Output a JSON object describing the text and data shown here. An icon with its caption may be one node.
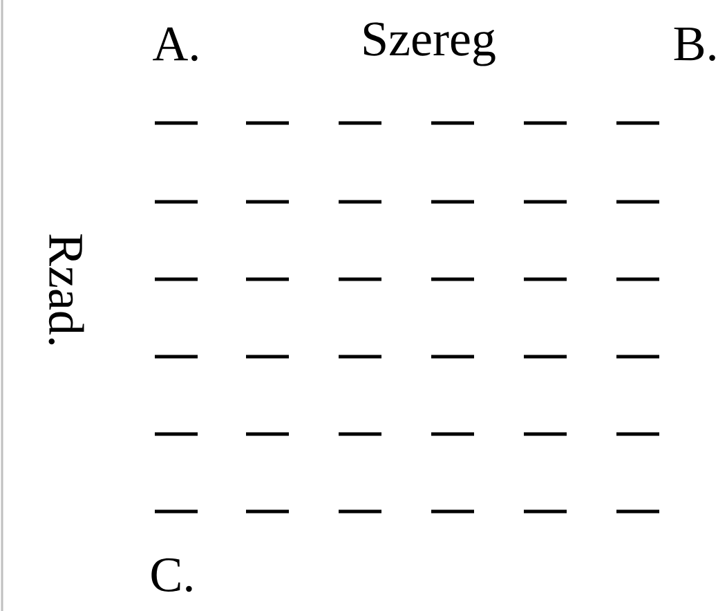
{
  "diagram": {
    "labels": [
      "A.",
      "Szereg",
      "B.",
      "Rzad.",
      "C."
    ]
  }
}
